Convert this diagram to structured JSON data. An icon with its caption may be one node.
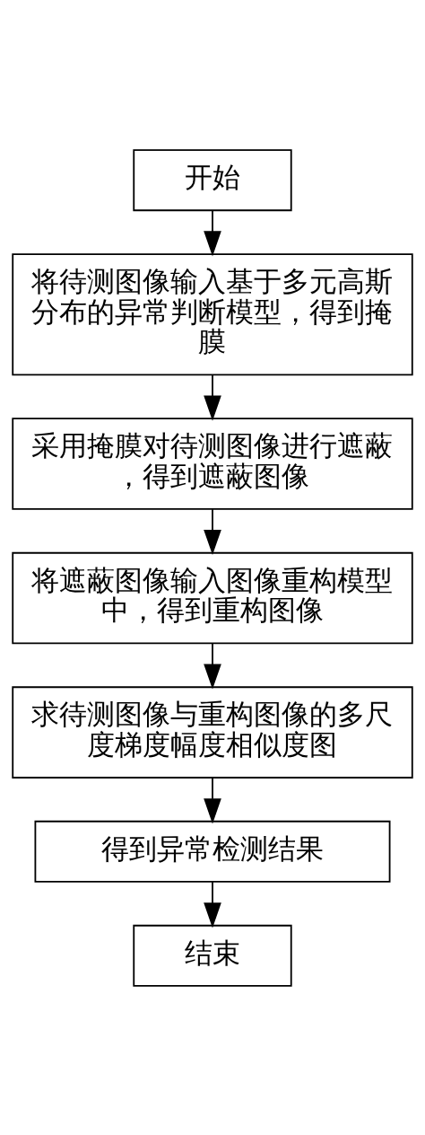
{
  "diagram": {
    "nodes": [
      {
        "text": [
          "开始"
        ]
      },
      {
        "text": [
          "将待测图像输入基于多元高斯分布的异常判断模型，得到掩膜"
        ]
      },
      {
        "text": [
          "采用掩膜对待测图像进行遮蔽，得到遮蔽图像"
        ]
      },
      {
        "text": [
          "将遮蔽图像输入图像重构模型中，得到重构图像"
        ]
      },
      {
        "text": [
          "求待测图像与重构图像的多尺度梯度幅度相似度图"
        ]
      },
      {
        "text": [
          "得到异常检测结果"
        ]
      },
      {
        "text": [
          "结束"
        ]
      }
    ],
    "edges": [
      {
        "from": 0,
        "to": 1,
        "arrow": "to"
      },
      {
        "from": 1,
        "to": 2,
        "arrow": "to"
      },
      {
        "from": 2,
        "to": 3,
        "arrow": "to"
      },
      {
        "from": 3,
        "to": 4,
        "arrow": "to"
      },
      {
        "from": 4,
        "to": 5,
        "arrow": "to"
      },
      {
        "from": 5,
        "to": 6,
        "arrow": "to"
      }
    ]
  }
}
